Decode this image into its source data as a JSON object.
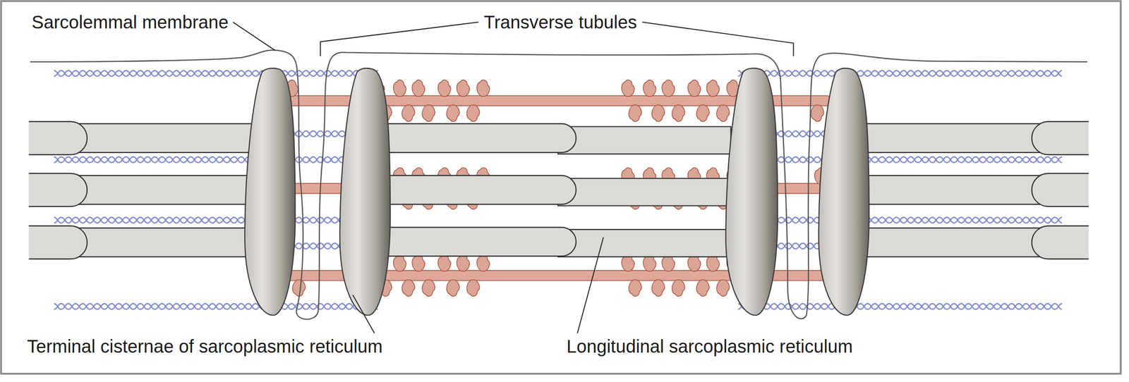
{
  "diagram": {
    "labels": [
      "Sarcolemmal membrane",
      "Transverse tubules",
      "Terminal cisternae of sarcoplasmic reticulum",
      "Longitudinal sarcoplasmic reticulum"
    ]
  }
}
